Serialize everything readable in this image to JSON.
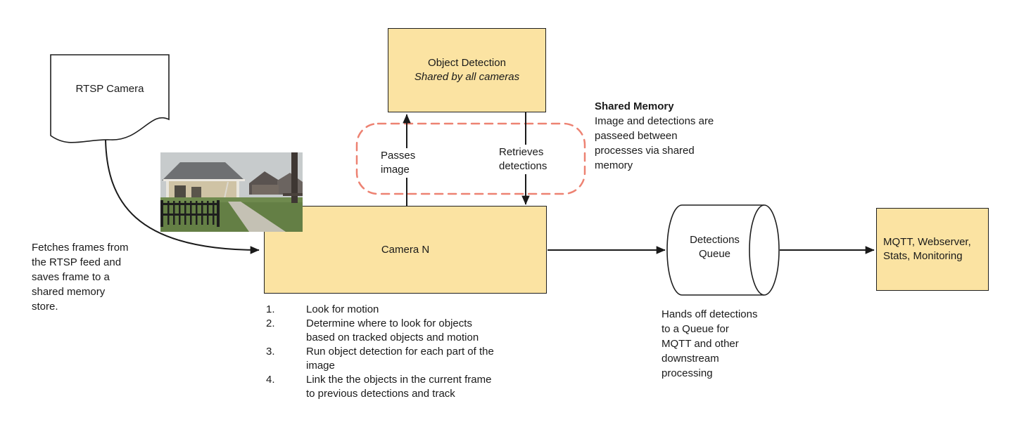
{
  "nodes": {
    "rtsp_camera": {
      "label": "RTSP Camera"
    },
    "object_detection": {
      "title": "Object Detection",
      "subtitle": "Shared by all cameras"
    },
    "camera_n": {
      "label": "Camera N"
    },
    "queue": {
      "label": "Detections\nQueue"
    },
    "mqtt": {
      "label": "MQTT, Webserver,\nStats, Monitoring"
    }
  },
  "edges": {
    "passes_image": "Passes\nimage",
    "retrieves_detections": "Retrieves\ndetections"
  },
  "notes": {
    "fetches": "Fetches frames from\nthe RTSP feed and\nsaves frame to a\nshared memory\nstore.",
    "shared_memory_title": "Shared Memory",
    "shared_memory_body": "Image and detections are\npasseed between\nprocesses via shared\nmemory",
    "queue": "Hands off detections\nto a Queue for\nMQTT and other\ndownstream\nprocessing"
  },
  "steps": [
    {
      "num": "1.",
      "text": "Look for motion"
    },
    {
      "num": "2.",
      "text": "Determine where to look for objects\nbased on tracked objects and motion"
    },
    {
      "num": "3.",
      "text": "Run object detection for each part of the\nimage"
    },
    {
      "num": "4.",
      "text": "Link the the objects in the current frame\nto previous detections and track"
    }
  ],
  "colors": {
    "node_fill": "#FBE3A2",
    "node_border": "#1f1f1f",
    "shared_memory_dash": "#ED8272",
    "arrow": "#1a1a1a"
  }
}
